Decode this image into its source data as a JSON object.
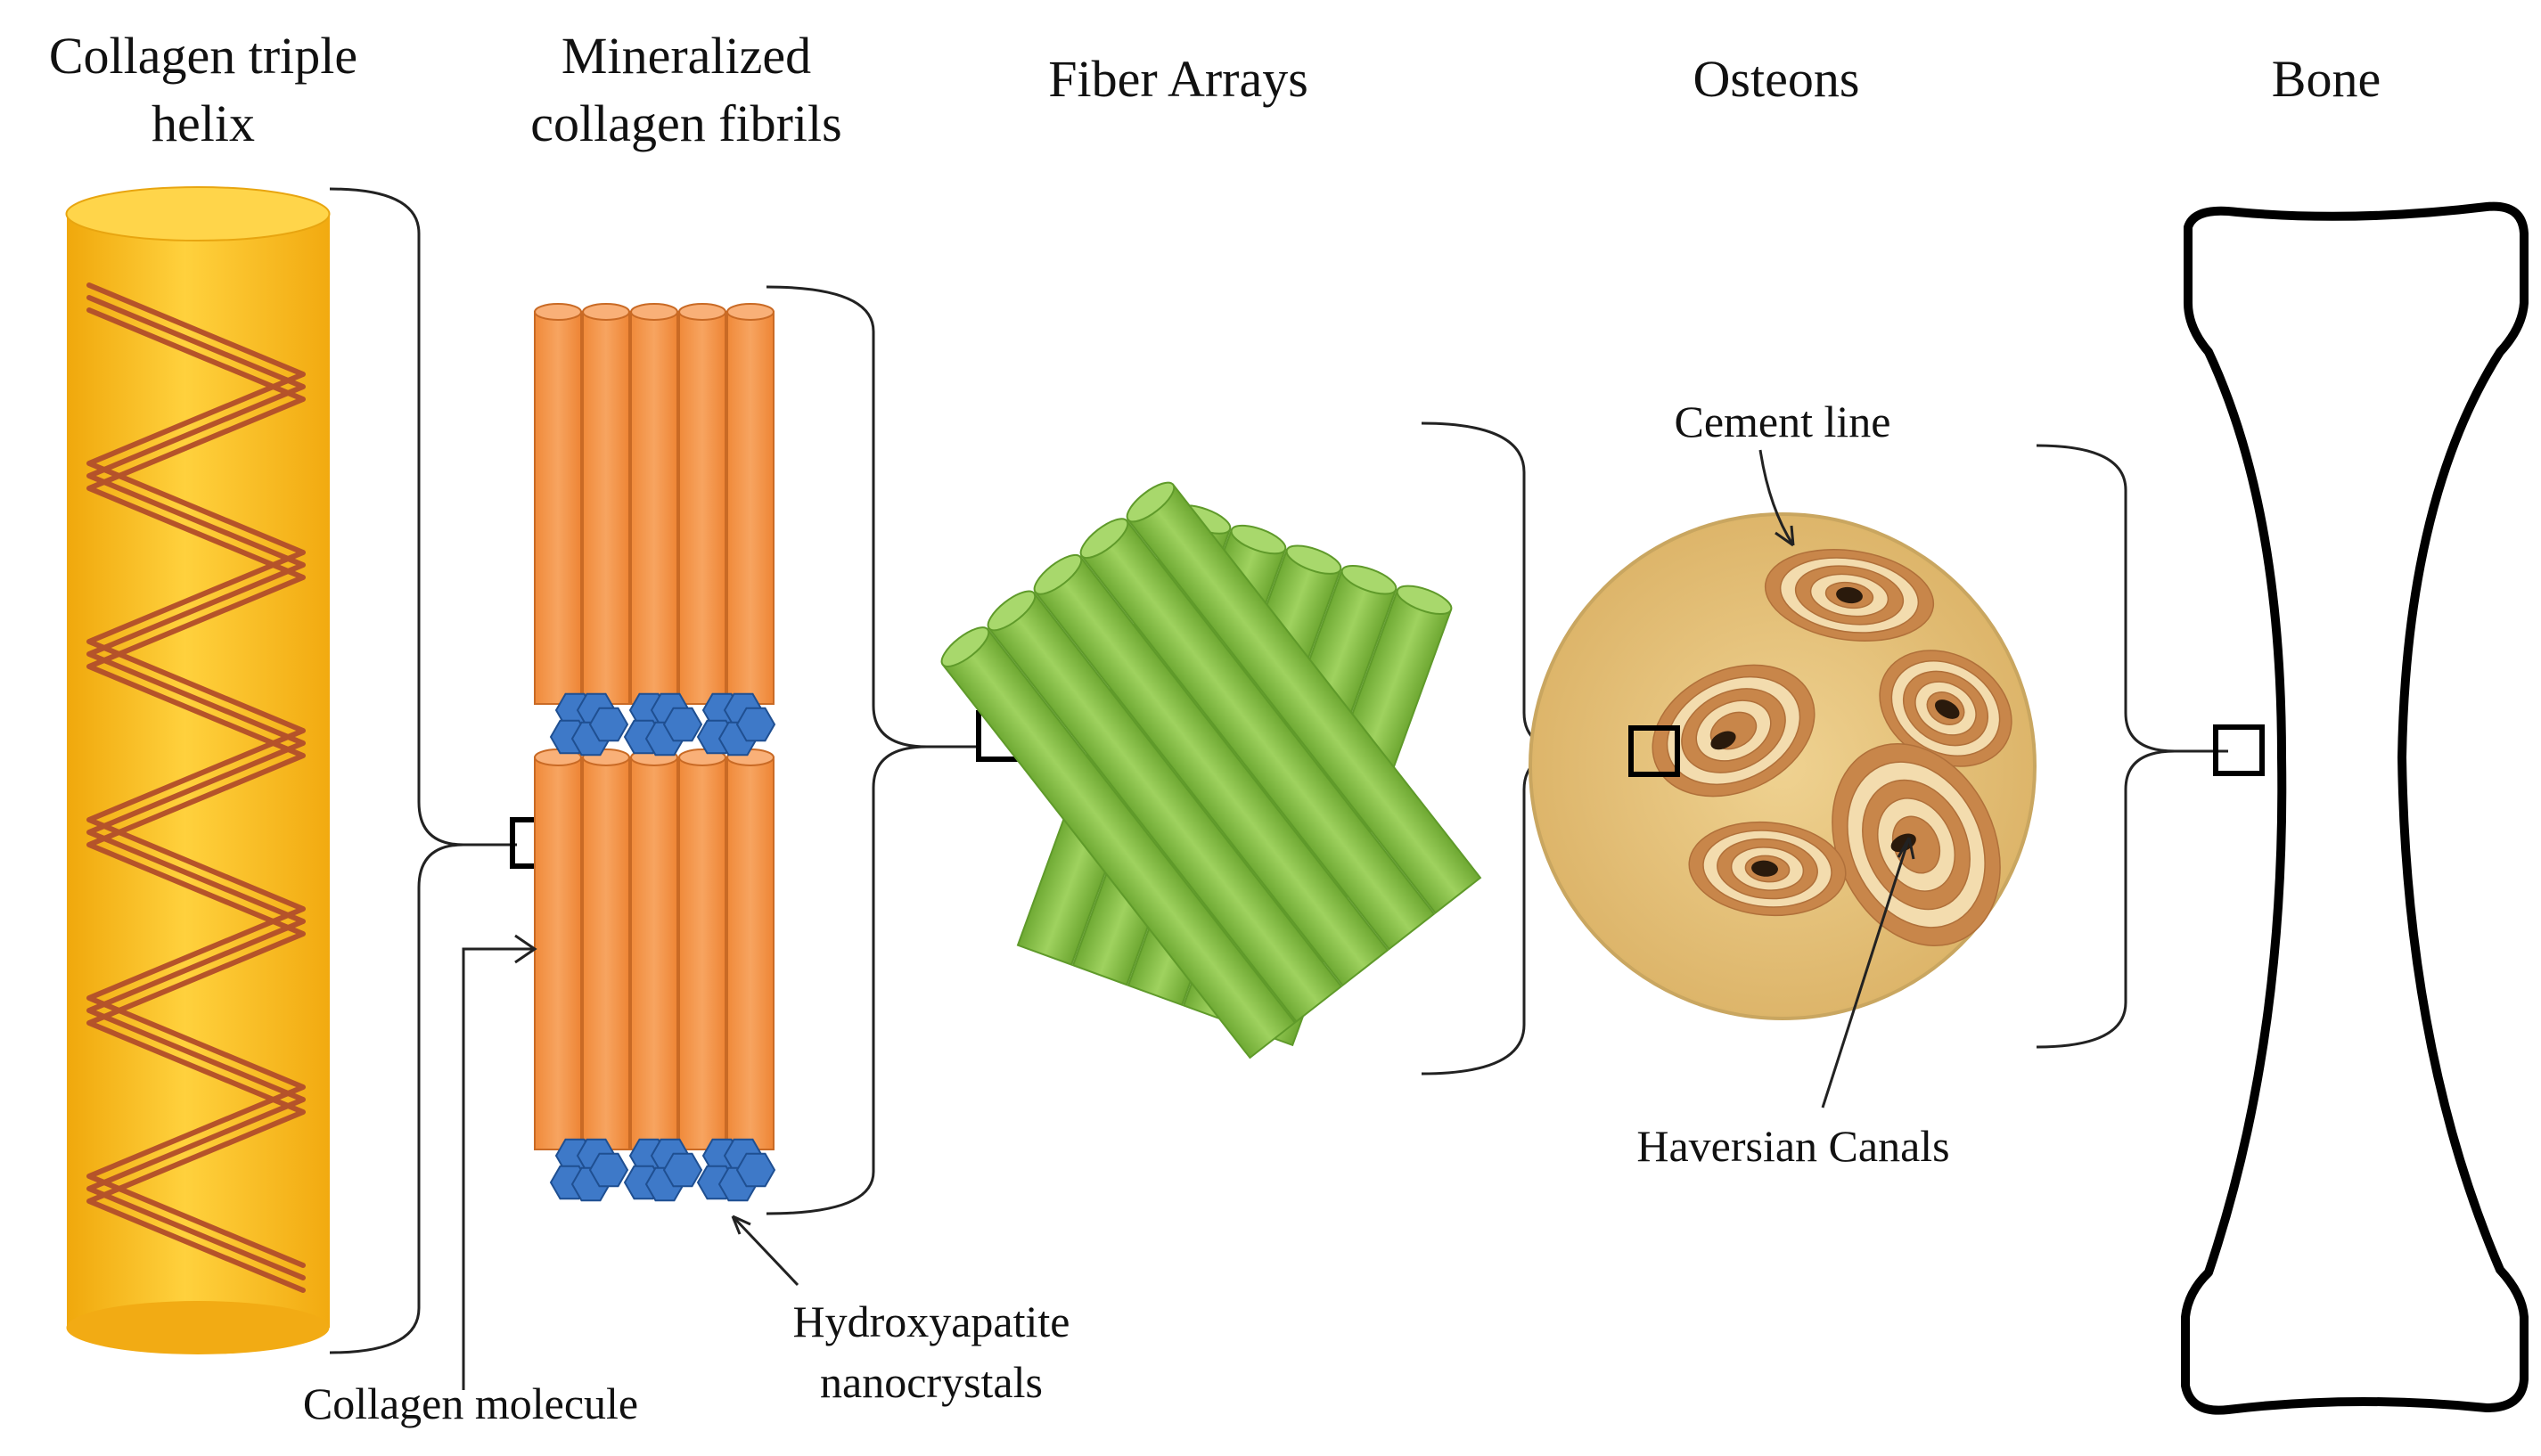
{
  "headings": {
    "helix": [
      "Collagen triple",
      "helix"
    ],
    "fibrils": [
      "Mineralized",
      "collagen fibrils"
    ],
    "arrays": "Fiber Arrays",
    "osteons": "Osteons",
    "bone": "Bone"
  },
  "labels": {
    "collagen_molecule": "Collagen molecule",
    "hydroxyapatite": [
      "Hydroxyapatite",
      "nanocrystals"
    ],
    "cement_line": "Cement line",
    "haversian": "Haversian Canals"
  },
  "colors": {
    "helix_yellow": "#f7b81a",
    "helix_strand": "#b5532a",
    "fibril_orange": "#f4934a",
    "crystal_blue": "#3e79c8",
    "fiber_green": "#86c448",
    "osteon_fill": "#e4c079",
    "osteon_ring": "#c8864a"
  }
}
